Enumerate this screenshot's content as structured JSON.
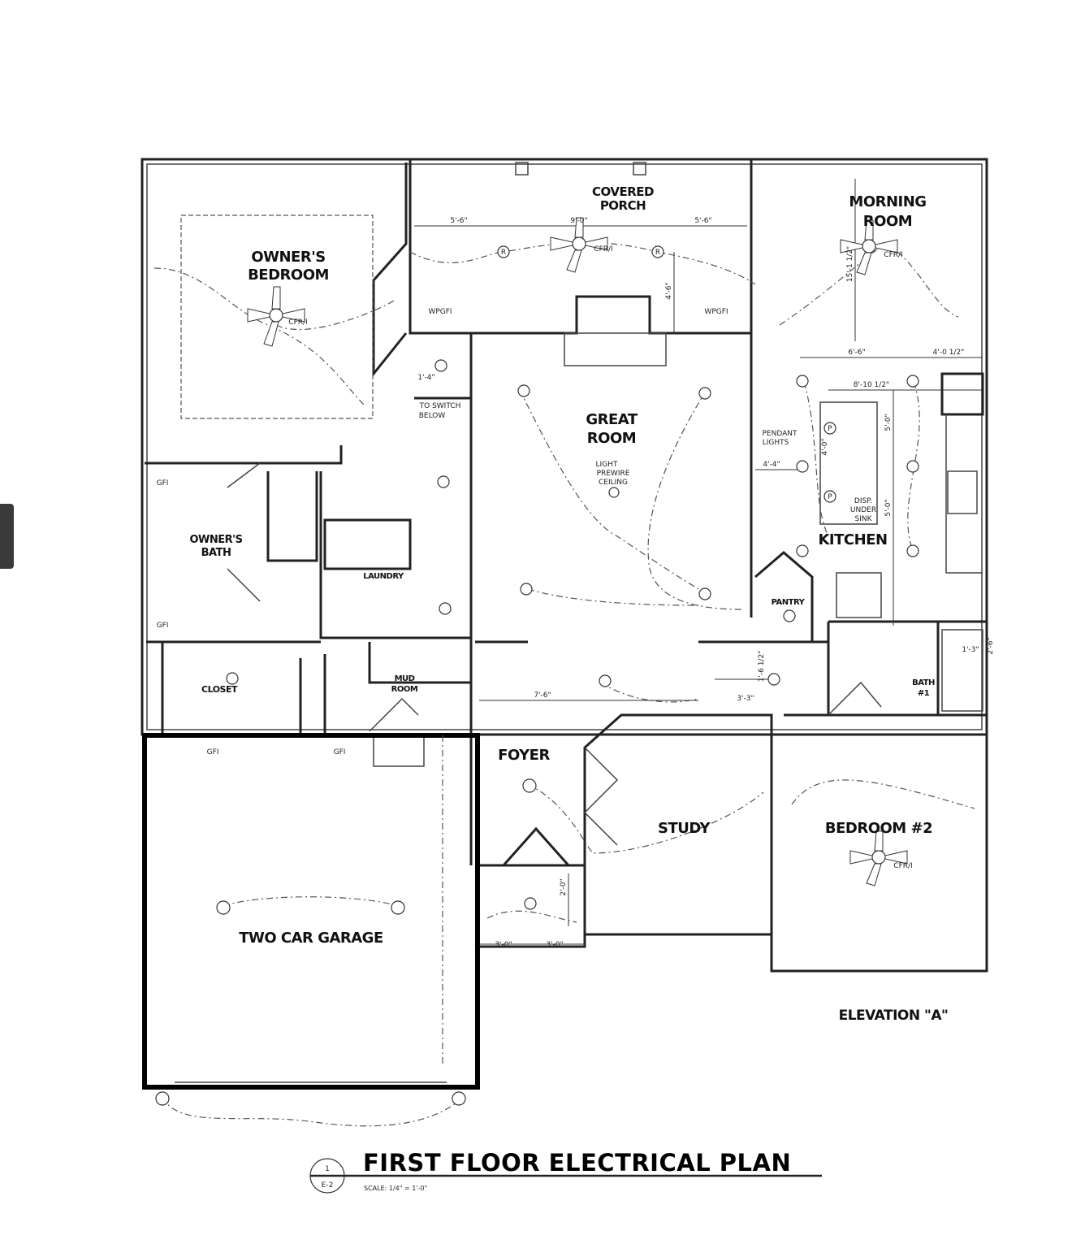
{
  "drawing": {
    "title": "FIRST FLOOR ELECTRICAL PLAN",
    "scale": "SCALE: 1/4\" = 1'-0\"",
    "detail_number": "1",
    "sheet": "E-2",
    "elevation": "ELEVATION \"A\""
  },
  "rooms": {
    "covered_porch": [
      "COVERED",
      "PORCH"
    ],
    "owners_bedroom": [
      "OWNER'S",
      "BEDROOM"
    ],
    "morning_room": [
      "MORNING",
      "ROOM"
    ],
    "great_room": [
      "GREAT",
      "ROOM"
    ],
    "kitchen": "KITCHEN",
    "owners_bath": [
      "OWNER'S",
      "BATH"
    ],
    "laundry": "LAUNDRY",
    "pantry": "PANTRY",
    "closet": "CLOSET",
    "mud_room": [
      "MUD",
      "ROOM"
    ],
    "bath_1": [
      "BATH",
      "#1"
    ],
    "foyer": "FOYER",
    "study": "STUDY",
    "bedroom_2": "BEDROOM #2",
    "garage": "TWO CAR GARAGE"
  },
  "notes": {
    "light_prewire": [
      "LIGHT",
      "PREWIRE",
      "CEILING"
    ],
    "pendant_lights": [
      "PENDANT",
      "LIGHTS"
    ],
    "disp_under_sink": [
      "DISP.",
      "UNDER",
      "SINK"
    ],
    "to_switch_below": [
      "TO SWITCH",
      "BELOW"
    ]
  },
  "symbols": {
    "ceiling_fan": "CFR/I",
    "wp_gfi": "WPGFI",
    "gfi": "GFI",
    "recessed": "R",
    "pendant": "P"
  },
  "dimensions": {
    "porch_left": "5'-6\"",
    "porch_center": "9'-0\"",
    "porch_right": "5'-6\"",
    "porch_depth": "4'-6\"",
    "morning_depth": "15'-1 1/2\"",
    "kitchen_a": "6'-6\"",
    "kitchen_b": "4'-0 1/2\"",
    "kitchen_c": "8'-10 1/2\"",
    "kitchen_d": "4'-4\"",
    "island_a": "4'-0\"",
    "island_b": "5'-0\"",
    "island_c": "5'-0\"",
    "hall_a": "1'-4\"",
    "foyer_a": "7'-6\"",
    "hall_b": "3'-3\"",
    "hall_c": "1'-6 1/2\"",
    "entry_a": "2'-0\"",
    "entry_b": "3'-0\"",
    "entry_c": "3'-0\"",
    "bath_a": "1'-3\"",
    "bath_b": "2'-6\""
  }
}
